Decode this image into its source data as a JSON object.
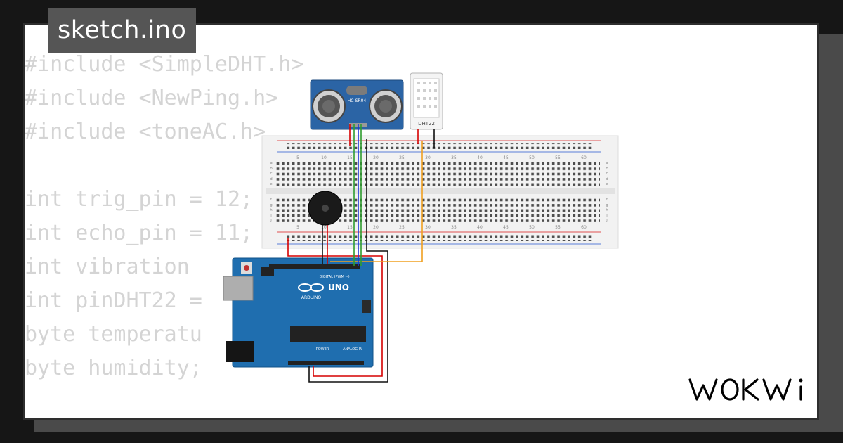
{
  "tab": {
    "title": "sketch.ino"
  },
  "code": {
    "lines": [
      "#include <SimpleDHT.h>",
      "#include <NewPing.h>",
      "#include <toneAC.h>",
      "",
      "int trig_pin = 12;",
      "int echo_pin = 11;",
      "int vibration",
      "int pinDHT22 = ",
      "byte temperatu",
      "byte humidity;"
    ]
  },
  "circuit": {
    "ultrasonic_label": "HC-SR04",
    "dht_label": "DHT22",
    "arduino_brand": "ARDUINO",
    "arduino_model": "UNO",
    "digital_label": "DIGITAL (PWM ~)",
    "power_label": "POWER",
    "analog_label": "ANALOG IN",
    "breadboard_numbers": [
      "5",
      "10",
      "15",
      "20",
      "25",
      "30",
      "35",
      "40",
      "45",
      "50",
      "55",
      "60"
    ],
    "breadboard_rows_top": [
      "a",
      "b",
      "c",
      "d",
      "e"
    ],
    "breadboard_rows_bottom": [
      "f",
      "g",
      "h",
      "i",
      "j"
    ],
    "wire_colors": {
      "red": "#d50000",
      "black": "#111111",
      "green": "#2e9d2e",
      "blue": "#1a35d8",
      "orange": "#f0a020"
    }
  },
  "logo": {
    "text": "WOKWi"
  }
}
